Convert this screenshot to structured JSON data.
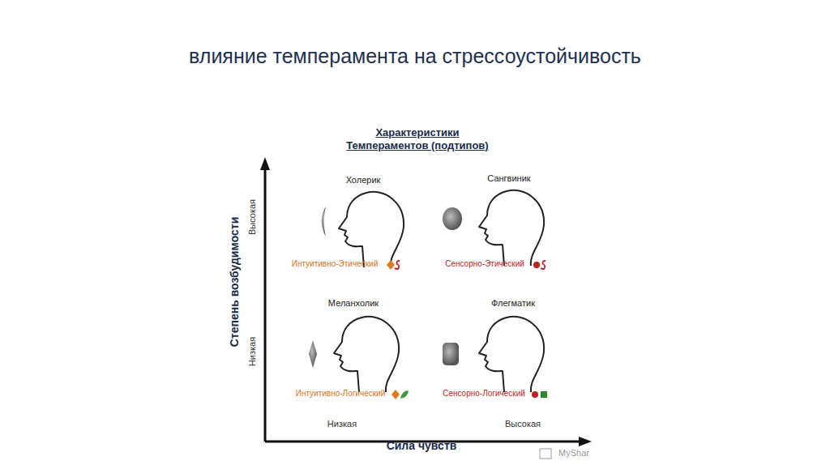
{
  "diagram": {
    "title": "влияние темперамента на стрессоустойчивость",
    "labels": [
      "Характеристики Темпераментов (подтипов)",
      "Холерик",
      "Сангвиник",
      "Интуитивно-Этический",
      "Сенсорно-Этический",
      "Меланхолик",
      "Флегматик",
      "Интуитивно-Логический",
      "Сенсорно-Логический",
      "Степень возбудимости",
      "Высокая",
      "Низкая",
      "Низкая",
      "Высокая",
      "Сила чувств",
      "MyShar"
    ]
  }
}
